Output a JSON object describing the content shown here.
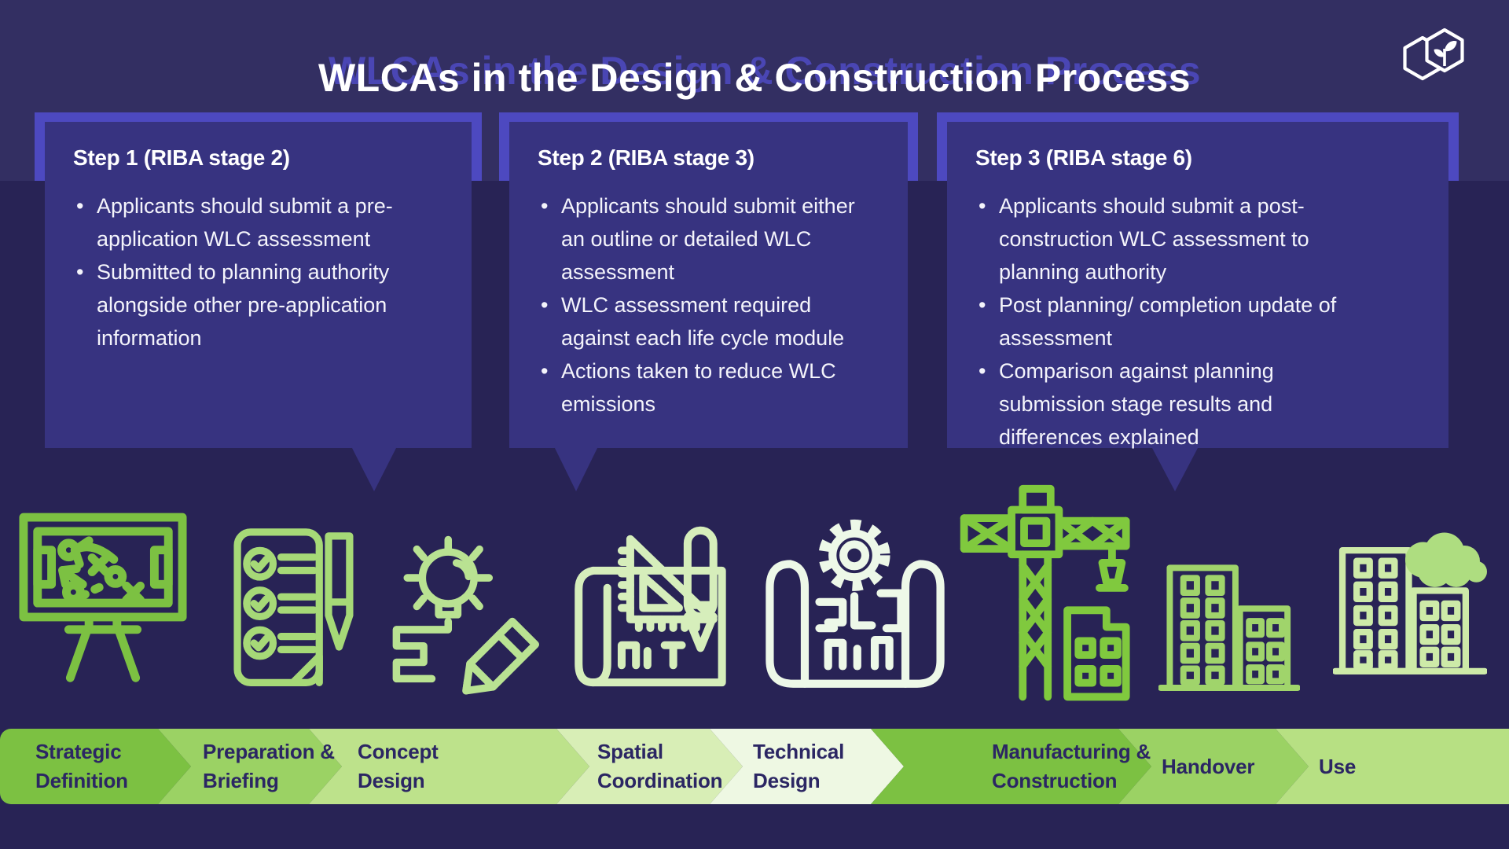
{
  "header": {
    "title": "WLCAs in the Design & Construction Process",
    "logo": "hexagon-seedling-logo"
  },
  "callouts": [
    {
      "heading": "Step 1 (RIBA stage 2)",
      "bullets": [
        "Applicants should submit a pre-application WLC assessment",
        "Submitted to planning authority alongside other pre-application information"
      ]
    },
    {
      "heading": "Step 2 (RIBA stage 3)",
      "bullets": [
        "Applicants should submit either an outline or detailed WLC assessment",
        "WLC assessment required against each life cycle module",
        "Actions taken to reduce WLC emissions"
      ]
    },
    {
      "heading": "Step 3 (RIBA stage 6)",
      "bullets": [
        "Applicants should submit a post-construction WLC assessment to planning authority",
        "Post planning/ completion update of assessment",
        "Comparison against planning submission stage results and differences explained"
      ]
    }
  ],
  "process_icons": [
    {
      "name": "strategy-board-icon"
    },
    {
      "name": "checklist-pen-icon"
    },
    {
      "name": "idea-bulb-pencil-icon"
    },
    {
      "name": "drafting-blueprint-icon"
    },
    {
      "name": "blueprint-gear-icon"
    },
    {
      "name": "crane-construction-icon"
    },
    {
      "name": "buildings-icon"
    },
    {
      "name": "eco-buildings-cloud-icon"
    }
  ],
  "riba_stages": [
    {
      "label": "Strategic Definition",
      "color": "#7cc142"
    },
    {
      "label": "Preparation & Briefing",
      "color": "#9bd264"
    },
    {
      "label": "Concept Design",
      "color": "#bde28b"
    },
    {
      "label": "Spatial Coordination",
      "color": "#d8eeb6"
    },
    {
      "label": "Technical Design",
      "color": "#eef8e3"
    },
    {
      "label": "Manufacturing & Construction",
      "color": "#7cc142"
    },
    {
      "label": "Handover",
      "color": "#9bd264"
    },
    {
      "label": "Use",
      "color": "#b7e083"
    }
  ],
  "colors": {
    "band_top": "#332f62",
    "background": "#282355",
    "callout_fill": "#373380",
    "callout_frame": "#4d49c0",
    "title_shadow": "#4a46b4",
    "stage_text": "#2b2663",
    "icon_greens": [
      "#7cc142",
      "#a6d977",
      "#b9e292",
      "#d6eebb",
      "#edf8e8",
      "#80c93e",
      "#a0d46b",
      "#cdeaa8"
    ]
  }
}
